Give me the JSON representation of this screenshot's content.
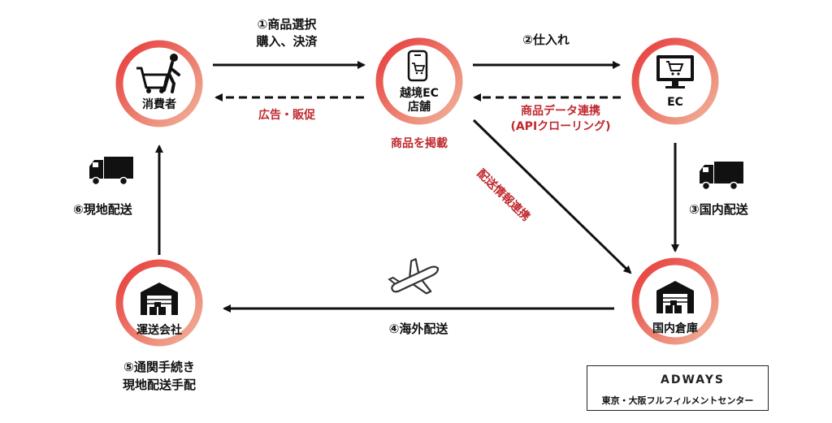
{
  "nodes": {
    "consumer": "消費者",
    "store_line1": "越境EC",
    "store_line2": "店舗",
    "ec": "EC",
    "domestic_warehouse": "国内倉庫",
    "shipping_company": "運送会社"
  },
  "edges": {
    "step1_line1": "①商品選択",
    "step1_line2": "購入、決済",
    "step2": "②仕入れ",
    "step3": "③国内配送",
    "step4": "④海外配送",
    "step5_line1": "⑤通関手続き",
    "step5_line2": "現地配送手配",
    "step6": "⑥現地配送",
    "ads": "広告・販促",
    "product_data_line1": "商品データ連携",
    "product_data_line2": "(APIクローリング)",
    "listing": "商品を掲載",
    "delivery_info": "配送情報連携"
  },
  "logo": {
    "brand": "ADWAYS",
    "caption": "東京・大阪フルフィルメントセンター"
  },
  "colors": {
    "accent": "#c0282d",
    "ring_gradient_start": "#e83a3a",
    "ring_gradient_end": "#f0b49a",
    "arrow": "#111111"
  },
  "icons": {
    "consumer": "shopping-cart-person-icon",
    "store": "smartphone-cart-icon",
    "ec": "monitor-cart-icon",
    "warehouse": "warehouse-icon",
    "truck": "truck-icon",
    "airplane": "airplane-icon"
  }
}
